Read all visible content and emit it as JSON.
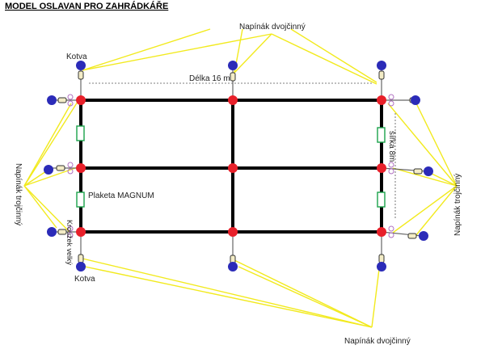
{
  "title": "MODEL OSLAVAN PRO ZAHRÁDKÁŘE",
  "labels": {
    "napinak_dvojcinny_top": "Napínák dvojčinný",
    "napinak_dvojcinny_bottom": "Napínák dvojčinný",
    "napinak_trojcinny_left": "Napínák trojčinný",
    "napinak_trojcinny_right": "Napínák trojčinný",
    "kotva_top": "Kotva",
    "kotva_bottom": "Kotva",
    "delka": "Délka 16 m",
    "sirka": "šířka 8m",
    "plaketa": "Plaketa MAGNUM",
    "kruzek": "Kroužek velký"
  },
  "colors": {
    "frame": "#000000",
    "junction": "#e8202a",
    "anchor": "#2b2bb8",
    "guy_line": "#f2ea1e",
    "plaque": "#19a24a",
    "ring": "#b070c0"
  }
}
